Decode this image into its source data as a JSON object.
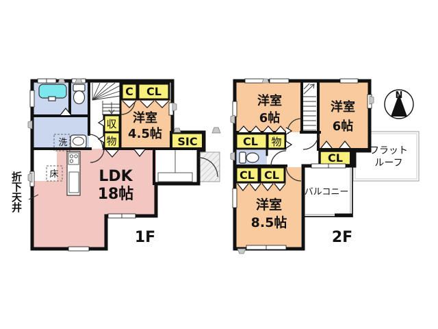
{
  "colors": {
    "room_orange": "#f8ca9e",
    "room_pink": "#f2c6c1",
    "closet_yellow": "#f7f07a",
    "wet_blue": "#cbd7ee",
    "tub_cyan": "#7ce8ee",
    "wall": "#111111"
  },
  "floor1": {
    "floor_label": "1F",
    "ldk_name": "LDK",
    "ldk_size": "18帖",
    "bedroom_name": "洋室",
    "bedroom_size": "4.5帖",
    "closet_c": "C",
    "closet_cl": "CL",
    "storage_top": "収",
    "storage_bottom": "物",
    "sic": "SIC",
    "laundry": "洗",
    "floor_mark": "床",
    "ceiling_note": "折下天井"
  },
  "floor2": {
    "floor_label": "2F",
    "bedroom_nw_name": "洋室",
    "bedroom_nw_size": "6帖",
    "bedroom_ne_name": "洋室",
    "bedroom_ne_size": "6帖",
    "bedroom_s_name": "洋室",
    "bedroom_s_size": "8.5帖",
    "closet_w": "CL",
    "storage": "物",
    "closet_ne": "CL",
    "closet_s1": "CL",
    "closet_s2": "CL",
    "balcony": "バルコニー",
    "flat_roof_line1": "フラット",
    "flat_roof_line2": "ルーフ",
    "compass_n": "N"
  }
}
